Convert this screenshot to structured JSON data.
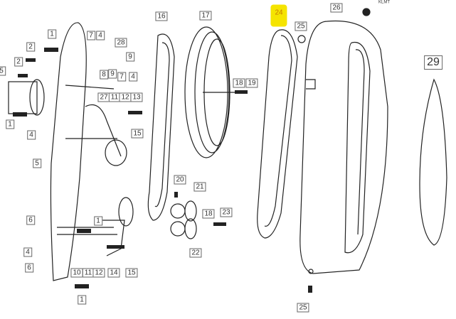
{
  "diagram": {
    "highlight_color": "#f5e400",
    "part_labels": [
      "1",
      "7",
      "4",
      "28",
      "9",
      "2",
      "2",
      "5",
      "8",
      "9",
      "7",
      "4",
      "27",
      "11",
      "12",
      "13",
      "1",
      "4",
      "15",
      "5",
      "16",
      "17",
      "18",
      "19",
      "24",
      "25",
      "26",
      "29",
      "20",
      "21",
      "18",
      "23",
      "22",
      "6",
      "4",
      "6",
      "1",
      "10",
      "11",
      "12",
      "14",
      "15",
      "1",
      "25",
      "KLMT"
    ]
  }
}
